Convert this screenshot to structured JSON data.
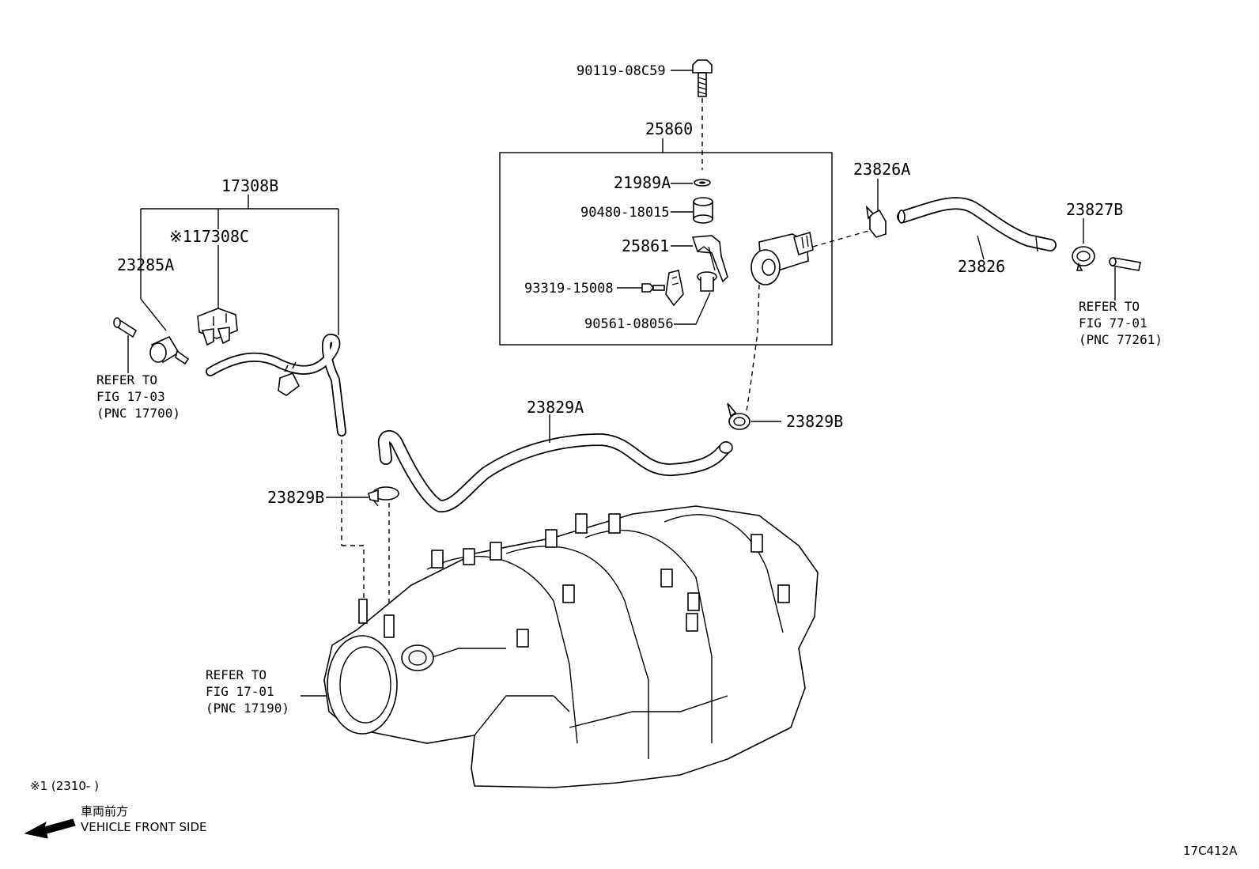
{
  "diagram_id": "17C412A",
  "parts": {
    "p_90119": "90119-08C59",
    "p_25860": "25860",
    "p_21989A": "21989A",
    "p_90480": "90480-18015",
    "p_25861": "25861",
    "p_93319": "93319-15008",
    "p_90561": "90561-08056",
    "p_23826A": "23826A",
    "p_23827B": "23827B",
    "p_23826": "23826",
    "p_17308B": "17308B",
    "p_17308C": "※117308C",
    "p_23285A": "23285A",
    "p_23829A": "23829A",
    "p_23829B_right": "23829B",
    "p_23829B_left": "23829B"
  },
  "refs": {
    "fig_77_01": {
      "l1": "REFER TO",
      "l2": "FIG 77-01",
      "l3": "(PNC 77261)"
    },
    "fig_17_03": {
      "l1": "REFER TO",
      "l2": "FIG 17-03",
      "l3": "(PNC 17700)"
    },
    "fig_17_01": {
      "l1": "REFER TO",
      "l2": "FIG 17-01",
      "l3": "(PNC 17190)"
    }
  },
  "notes": {
    "footnote": "※1 (2310-       )",
    "direction_jp": "車両前方",
    "direction_en": "VEHICLE FRONT SIDE"
  }
}
